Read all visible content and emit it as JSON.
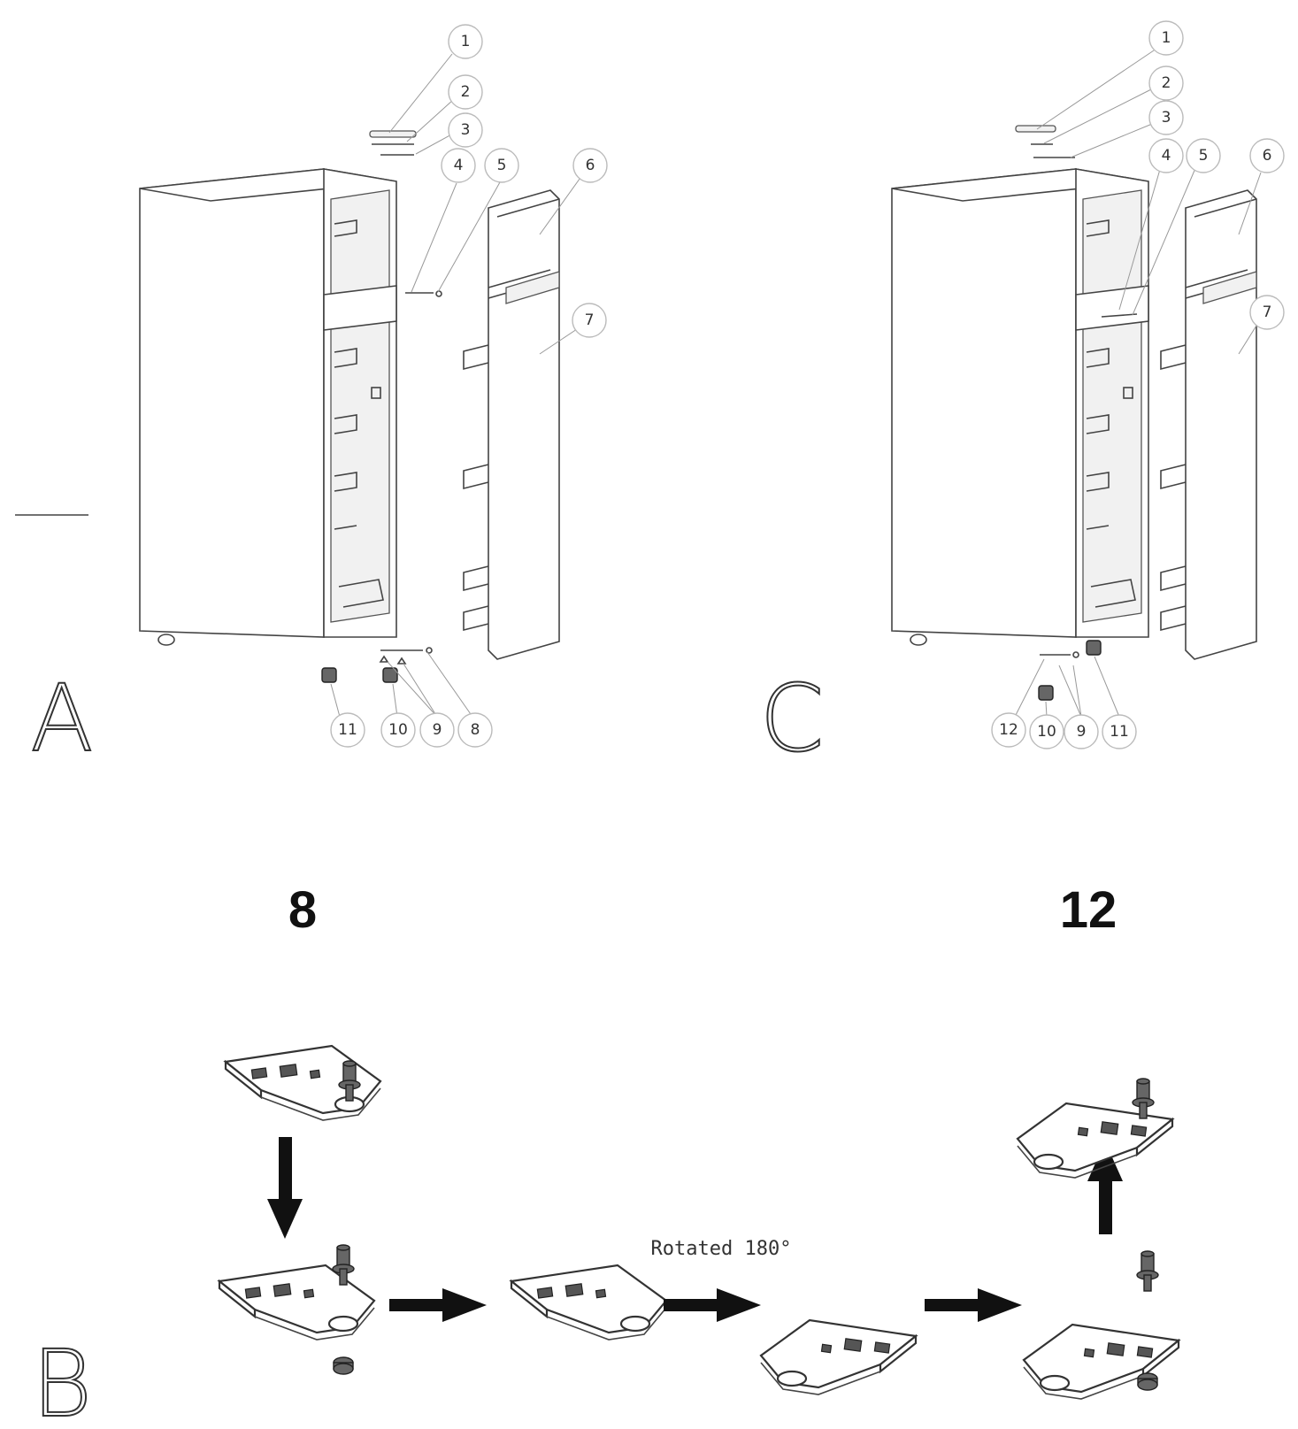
{
  "figure_labels": {
    "a": "A",
    "b": "B",
    "c": "C"
  },
  "callouts_a": [
    "1",
    "2",
    "3",
    "4",
    "5",
    "6",
    "7",
    "11",
    "10",
    "9",
    "8"
  ],
  "callouts_c": [
    "1",
    "2",
    "3",
    "4",
    "5",
    "6",
    "7",
    "12",
    "10",
    "9",
    "11"
  ],
  "part_numbers": {
    "left": "8",
    "right": "12"
  },
  "rotation_label": "Rotated 180°"
}
